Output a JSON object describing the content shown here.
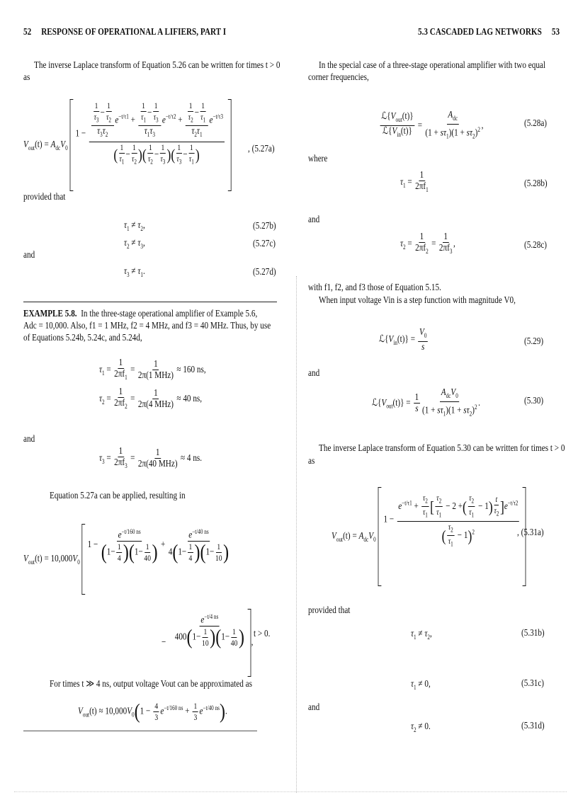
{
  "m": {
    "V": "V",
    "out": "out",
    "in": "in",
    "t": "(t)",
    "eq": "=",
    "A": "A",
    "dc": "dc",
    "z": "0",
    "one": "1",
    "minus": "−",
    "plus": "+",
    "tau": "τ",
    "n1": "1",
    "n2": "2",
    "n3": "3",
    "e": "e",
    "neq": "≠",
    "approx": "≈",
    "L": "ℒ",
    "lb": "{",
    "rb": "}",
    "twopif": "2πf",
    "s": "s",
    "comma": ",",
    "period": ".",
    "lp": "(",
    "rp": ")",
    "lsq": "[",
    "rsq": "]",
    "sq": "2",
    "two": "2",
    "t_it": "t",
    "tenk": "10,000",
    "V0": "V"
  },
  "left_page": {
    "header": {
      "page_number": "52",
      "running_title": "RESPONSE OF OPERATIONAL A   LIFIERS, PART I"
    },
    "intro": "The inverse Laplace transform of Equation 5.26 can be written for times t > 0",
    "intro_cont": "as",
    "eq_5_27a": {
      "exp1": "−t/τ1",
      "exp2": "−t/τ2",
      "exp3": "−t/τ3",
      "label": "(5.27a)"
    },
    "provided_that": "provided that",
    "cond_b": {
      "text_end": ",",
      "label": "(5.27b)"
    },
    "cond_c": {
      "text_end": ",",
      "label": "(5.27c)"
    },
    "and_1": "and",
    "cond_d": {
      "text_end": ".",
      "label": "(5.27d)"
    },
    "example": {
      "title": "EXAMPLE 5.8.",
      "line1": "In the three-stage operational amplifier of Example 5.6,",
      "line2": "Adc = 10,000. Also, f1 = 1 MHz, f2 = 4 MHz, and f3 = 40 MHz. Thus, by use",
      "line3": "of Equations 5.24b, 5.24c, and 5.24d,",
      "tau1": {
        "den2": "2π(1 MHz)",
        "result": "≈ 160 ns,"
      },
      "tau2": {
        "den2": "2π(4 MHz)",
        "result": "≈ 40 ns,"
      },
      "and": "and",
      "tau3": {
        "den2": "2π(40 MHz)",
        "result": "≈ 4 ns."
      },
      "applied": "Equation 5.27a can be applied, resulting in",
      "big_eq": {
        "exp1": "−t/160 ns",
        "exp2": "−t/40 ns",
        "exp3": "−t/4 ns",
        "q4": "4",
        "q40": "40",
        "q10": "10",
        "c4": "4",
        "c400": "400",
        "cond": "t > 0."
      },
      "for_times": "For times t ≫ 4 ns, output voltage Vout can be approximated as",
      "approx_eq": {
        "c43n": "4",
        "c3": "3",
        "c13n": "1",
        "exp1": "−t/160 ns",
        "exp2": "−t/40 ns"
      }
    }
  },
  "right_page": {
    "header": {
      "running_title": "5.3 CASCADED LAG NETWORKS",
      "page_number": "53"
    },
    "intro_1": "In the special case of a three-stage operational amplifier with two equal",
    "intro_2": "corner frequencies,",
    "eq_5_28a": {
      "label": "(5.28a)"
    },
    "where": "where",
    "eq_5_28b": {
      "label": "(5.28b)"
    },
    "and_1": "and",
    "eq_5_28c": {
      "label": "(5.28c)"
    },
    "with_f": "with f1, f2, and f3 those of Equation 5.15.",
    "when_input": "When input voltage Vin is a step function with magnitude V0,",
    "eq_5_29": {
      "label": "(5.29)"
    },
    "and_2": "and",
    "eq_5_30": {
      "label": "(5.30)"
    },
    "inverse": "The inverse Laplace transform of Equation 5.30 can be written for times t > 0",
    "as": "as",
    "eq_5_31a": {
      "exp1": "−t/τ1",
      "exp2": "−t/τ2",
      "label": "(5.31a)"
    },
    "provided_that": "provided that",
    "eq_5_31b": {
      "label": "(5.31b)"
    },
    "eq_5_31c": {
      "label": "(5.31c)"
    },
    "and_3": "and",
    "eq_5_31d": {
      "label": "(5.31d)"
    }
  }
}
